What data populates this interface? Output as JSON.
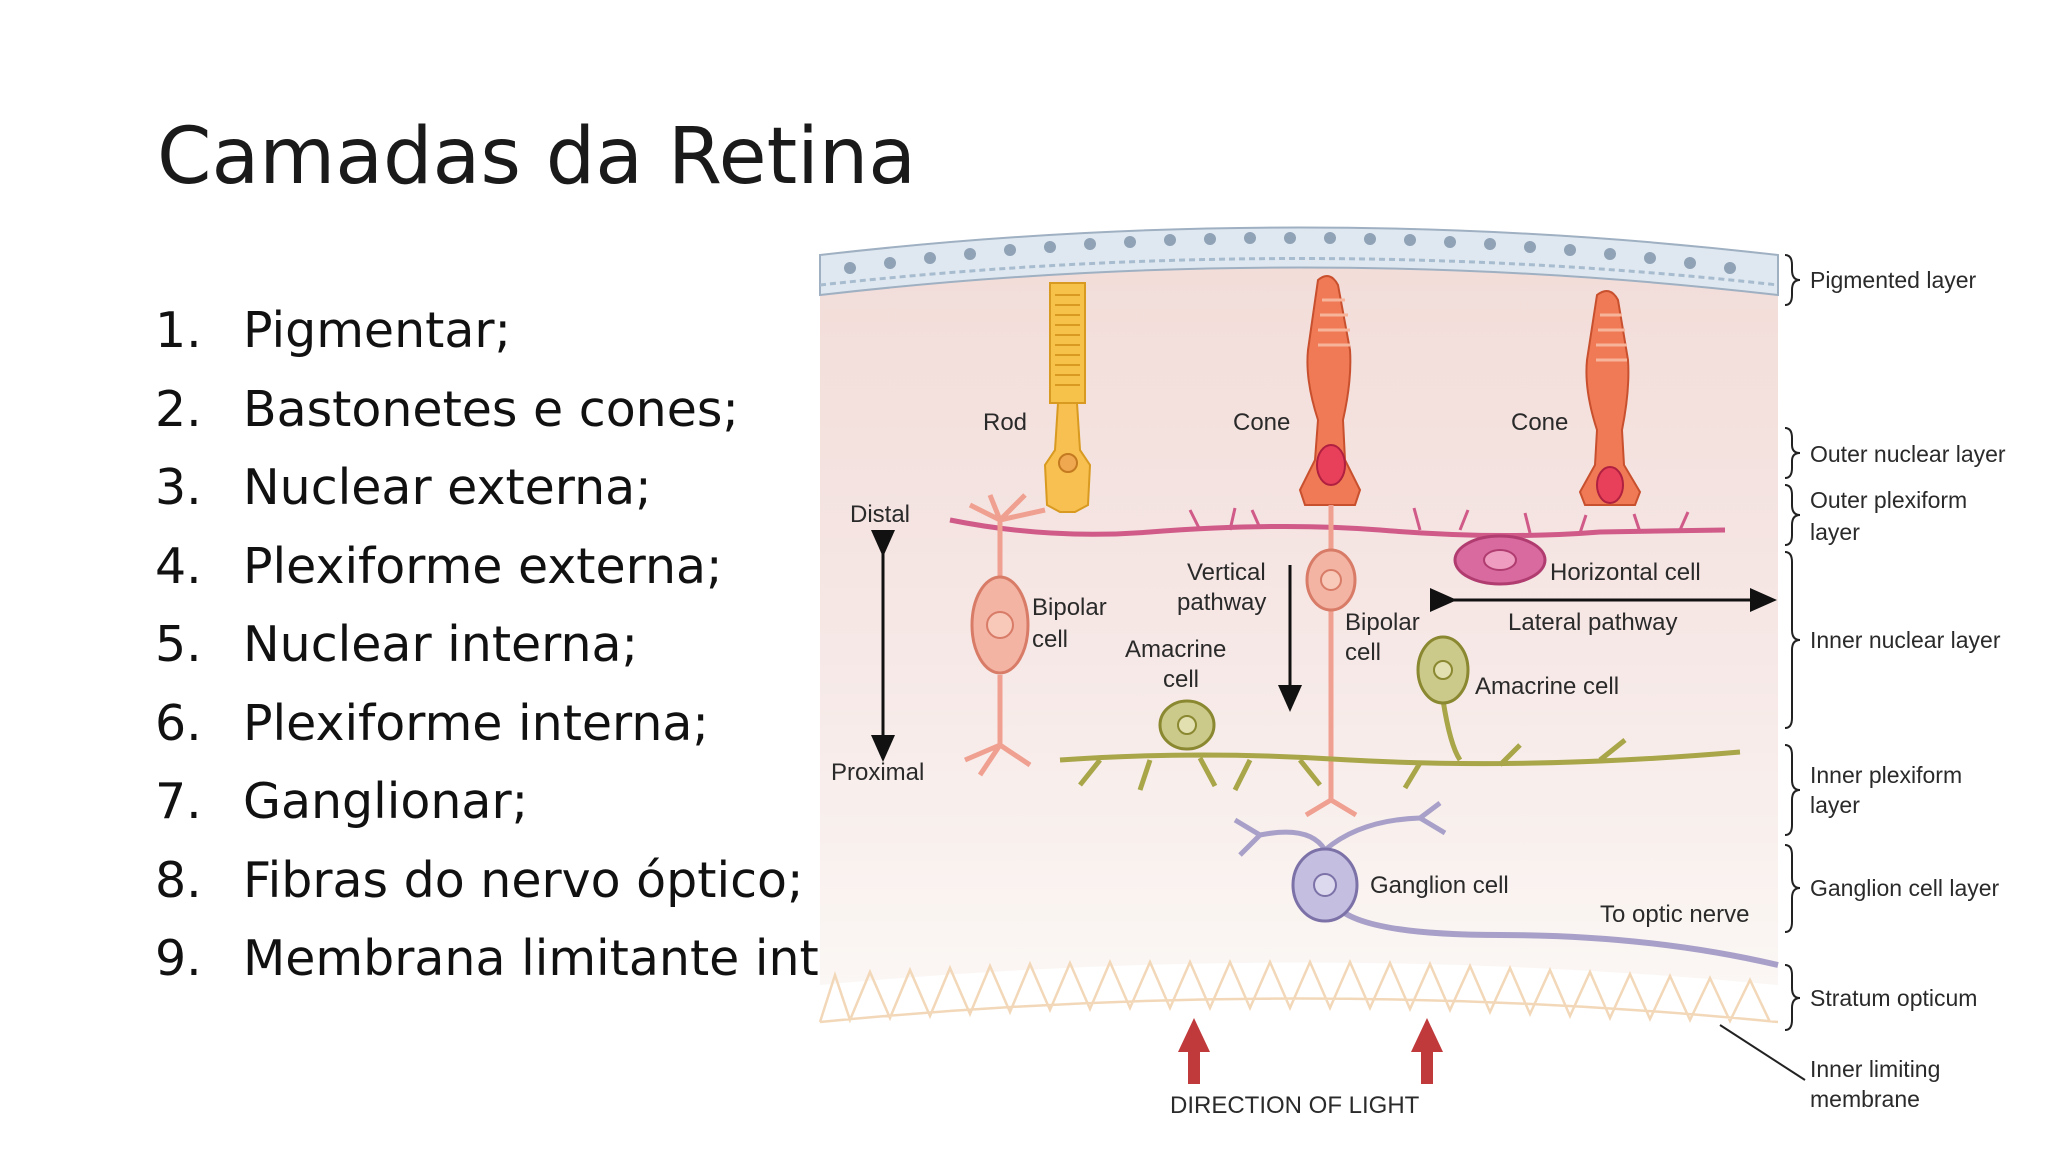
{
  "slide": {
    "title": "Camadas da Retina",
    "layers": [
      {
        "num": "1.",
        "text": "Pigmentar;"
      },
      {
        "num": "2.",
        "text": "Bastonetes e cones;"
      },
      {
        "num": "3.",
        "text": "Nuclear externa;"
      },
      {
        "num": "4.",
        "text": "Plexiforme externa;"
      },
      {
        "num": "5.",
        "text": "Nuclear interna;"
      },
      {
        "num": "6.",
        "text": "Plexiforme interna;"
      },
      {
        "num": "7.",
        "text": "Ganglionar;"
      },
      {
        "num": "8.",
        "text": "Fibras do nervo óptico;"
      },
      {
        "num": "9.",
        "text": "Membrana limitante interna."
      }
    ]
  },
  "diagram": {
    "cell_labels": {
      "rod": "Rod",
      "cone_1": "Cone",
      "cone_2": "Cone",
      "bipolar_1_line1": "Bipolar",
      "bipolar_1_line2": "cell",
      "bipolar_2_line1": "Bipolar",
      "bipolar_2_line2": "cell",
      "vertical_line1": "Vertical",
      "vertical_line2": "pathway",
      "amacrine_1_line1": "Amacrine",
      "amacrine_1_line2": "cell",
      "amacrine_2": "Amacrine cell",
      "horizontal": "Horizontal cell",
      "lateral": "Lateral pathway",
      "ganglion": "Ganglion cell",
      "optic_nerve": "To optic nerve",
      "distal": "Distal",
      "proximal": "Proximal",
      "direction_of_light": "DIRECTION OF LIGHT"
    },
    "layer_labels": {
      "pigmented": "Pigmented layer",
      "outer_nuclear": "Outer nuclear layer",
      "outer_plexiform_1": "Outer plexiform",
      "outer_plexiform_2": "layer",
      "inner_nuclear": "Inner nuclear layer",
      "inner_plexiform_1": "Inner plexiform",
      "inner_plexiform_2": "layer",
      "ganglion_cell": "Ganglion cell layer",
      "stratum": "Stratum opticum",
      "ilm_1": "Inner limiting",
      "ilm_2": "membrane"
    },
    "colors": {
      "rod": "#f5b040",
      "cone": "#f07a55",
      "bipolar": "#f0a090",
      "horizontal": "#d05a88",
      "amacrine": "#a8a648",
      "ganglion": "#a8a0c8",
      "light_arrow": "#c0393b"
    }
  }
}
